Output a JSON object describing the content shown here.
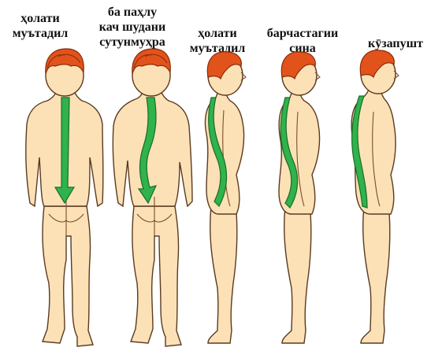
{
  "figures": [
    {
      "id": "normal-back",
      "label_lines": [
        "ҳолати",
        "муътадил"
      ]
    },
    {
      "id": "scoliosis-back",
      "label_lines": [
        "ба паҳлу",
        "кач шудани",
        "сутунмуҳра"
      ]
    },
    {
      "id": "normal-side",
      "label_lines": [
        "ҳолати",
        "муътадил"
      ]
    },
    {
      "id": "flat-chest-side",
      "label_lines": [
        "барчастагии",
        "сина"
      ]
    },
    {
      "id": "kyphosis-side",
      "label_lines": [
        "кӯзапушт"
      ]
    }
  ],
  "colors": {
    "skin": "#fce1b6",
    "skin_shadow": "#e8b47f",
    "outline": "#5a3a20",
    "hair": "#e2531c",
    "hair_dark": "#b83a10",
    "spine": "#2fb34a",
    "spine_outline": "#1d6b2c"
  }
}
